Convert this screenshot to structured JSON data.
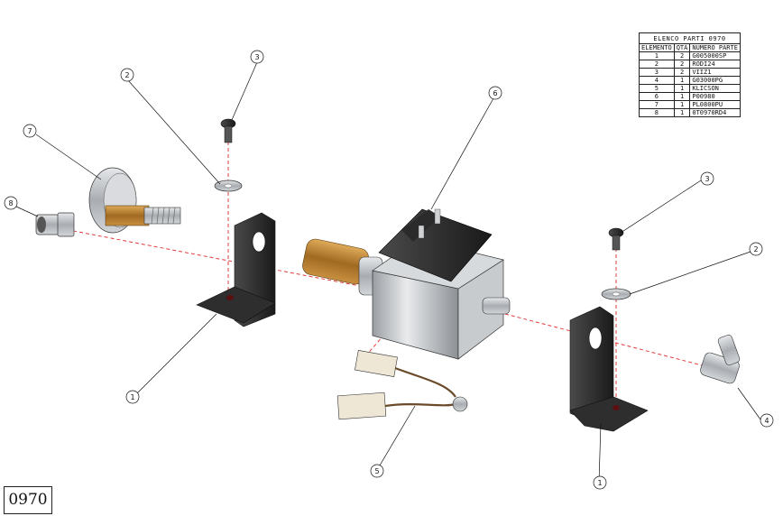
{
  "drawing_code": "0970",
  "parts_table": {
    "title": "ELENCO PARTI 0970",
    "headers": [
      "ELEMENTO",
      "QTÀ",
      "NUMERO PARTE"
    ],
    "rows": [
      {
        "item": "1",
        "qty": "2",
        "part": "G005000SP"
      },
      {
        "item": "2",
        "qty": "2",
        "part": "RODI24"
      },
      {
        "item": "3",
        "qty": "2",
        "part": "VIIZ1"
      },
      {
        "item": "4",
        "qty": "1",
        "part": "G03000PG"
      },
      {
        "item": "5",
        "qty": "1",
        "part": "KLICSON"
      },
      {
        "item": "6",
        "qty": "1",
        "part": "P00980"
      },
      {
        "item": "7",
        "qty": "1",
        "part": "PL0800PU"
      },
      {
        "item": "8",
        "qty": "1",
        "part": "0T0970RD4"
      }
    ]
  },
  "callouts": [
    "3",
    "2",
    "7",
    "8",
    "6",
    "1",
    "3",
    "2",
    "4",
    "5",
    "1"
  ],
  "colors": {
    "axis_line": "#e23b3b",
    "bracket": "#2a2a2a",
    "brass": "#b97a2c",
    "steel": "#b9bcc0",
    "coil": "#1d1d1d"
  }
}
